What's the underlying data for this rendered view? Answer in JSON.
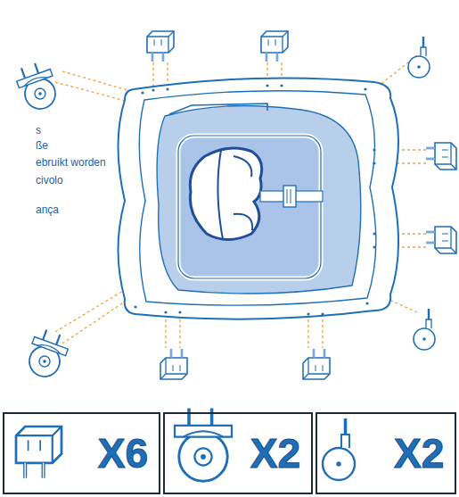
{
  "diagram": {
    "nodes": [
      {
        "text": [
          "X6"
        ]
      },
      {
        "text": [
          "X2"
        ]
      },
      {
        "text": [
          "X2"
        ]
      }
    ],
    "labels": [
      "s",
      "ße",
      "ebruikt worden",
      "civolo",
      "ança"
    ]
  }
}
